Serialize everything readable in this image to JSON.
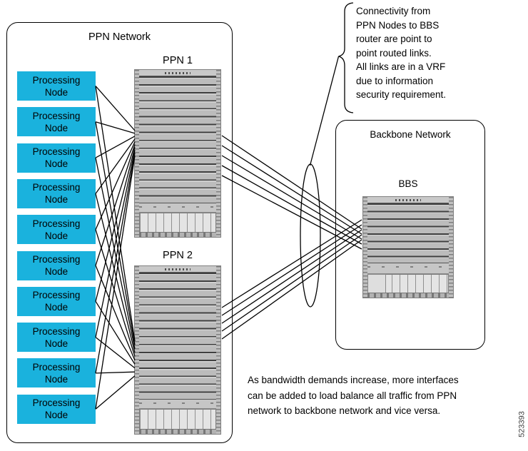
{
  "diagram": {
    "ppn_network": {
      "title": "PPN Network",
      "node_label": "Processing\nNode",
      "node_color": "#1ab2dd",
      "nodes": [
        "Processing\nNode",
        "Processing\nNode",
        "Processing\nNode",
        "Processing\nNode",
        "Processing\nNode",
        "Processing\nNode",
        "Processing\nNode",
        "Processing\nNode",
        "Processing\nNode",
        "Processing\nNode"
      ],
      "routers": [
        {
          "label": "PPN 1"
        },
        {
          "label": "PPN 2"
        }
      ]
    },
    "backbone_network": {
      "title": "Backbone Network",
      "router_label": "BBS"
    },
    "callout": {
      "lines": [
        "Connectivity from",
        "PPN Nodes to BBS",
        "router are point to",
        "point routed links.",
        "All links are in a VRF",
        "due to information",
        "security requirement."
      ]
    },
    "footnote": {
      "lines": [
        "As bandwidth demands increase, more interfaces",
        "can be added to load balance all traffic from PPN",
        "network to backbone network and vice versa."
      ]
    },
    "figure_number": "523393",
    "connectivity": {
      "node_count": 10,
      "links_per_node_to_each_ppn": 1,
      "uplinks_ppn1_to_bbs": 5,
      "uplinks_ppn2_to_bbs": 5
    }
  }
}
